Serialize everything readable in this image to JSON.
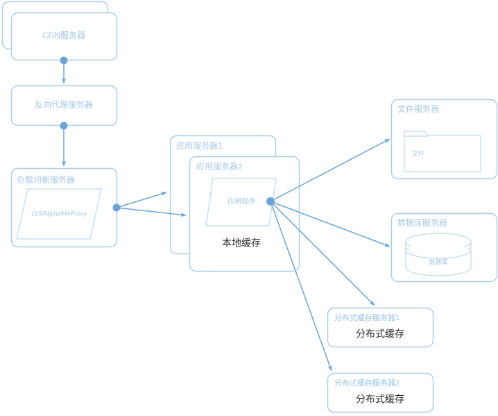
{
  "diagram": {
    "type": "architecture-diagram",
    "title_text": "",
    "colors": {
      "box_border": "#a9cce9",
      "inner_border": "#bcd9ef",
      "connector": "#6ba5d7",
      "label_blue": "#a6c9e8",
      "label_dark": "#2b2b2b",
      "background": "#ffffff"
    },
    "nodes": {
      "cdn": {
        "label": "CDN服务器",
        "stacked": true,
        "stack_count": 2
      },
      "reverse_proxy": {
        "label": "反向代理服务器"
      },
      "load_balancer": {
        "label": "负载均衡服务器",
        "inner_label": "LVS/Nginx/HAProxy",
        "inner_shape": "parallelogram"
      },
      "app_server_1": {
        "label": "应用服务器1"
      },
      "app_server_2": {
        "label": "应用服务器2",
        "inner_label": "应用程序",
        "inner_shape": "parallelogram",
        "sub_label": "本地缓存"
      },
      "file_server": {
        "label": "文件服务器",
        "inner_label": "文件",
        "inner_shape": "folder"
      },
      "db_server": {
        "label": "数据库服务器",
        "inner_label": "数据库",
        "inner_shape": "cylinder"
      },
      "cache_server_1": {
        "label": "分布式缓存服务器1",
        "sub_label": "分布式缓存"
      },
      "cache_server_2": {
        "label": "分布式缓存服务器2",
        "sub_label": "分布式缓存"
      }
    },
    "edges": [
      {
        "from": "cdn",
        "to": "reverse_proxy"
      },
      {
        "from": "reverse_proxy",
        "to": "load_balancer"
      },
      {
        "from": "load_balancer",
        "to": "app_server_1"
      },
      {
        "from": "load_balancer",
        "to": "app_server_2"
      },
      {
        "from": "app_server_2",
        "to": "file_server"
      },
      {
        "from": "app_server_2",
        "to": "db_server"
      },
      {
        "from": "app_server_2",
        "to": "cache_server_1"
      },
      {
        "from": "app_server_2",
        "to": "cache_server_2"
      }
    ]
  }
}
